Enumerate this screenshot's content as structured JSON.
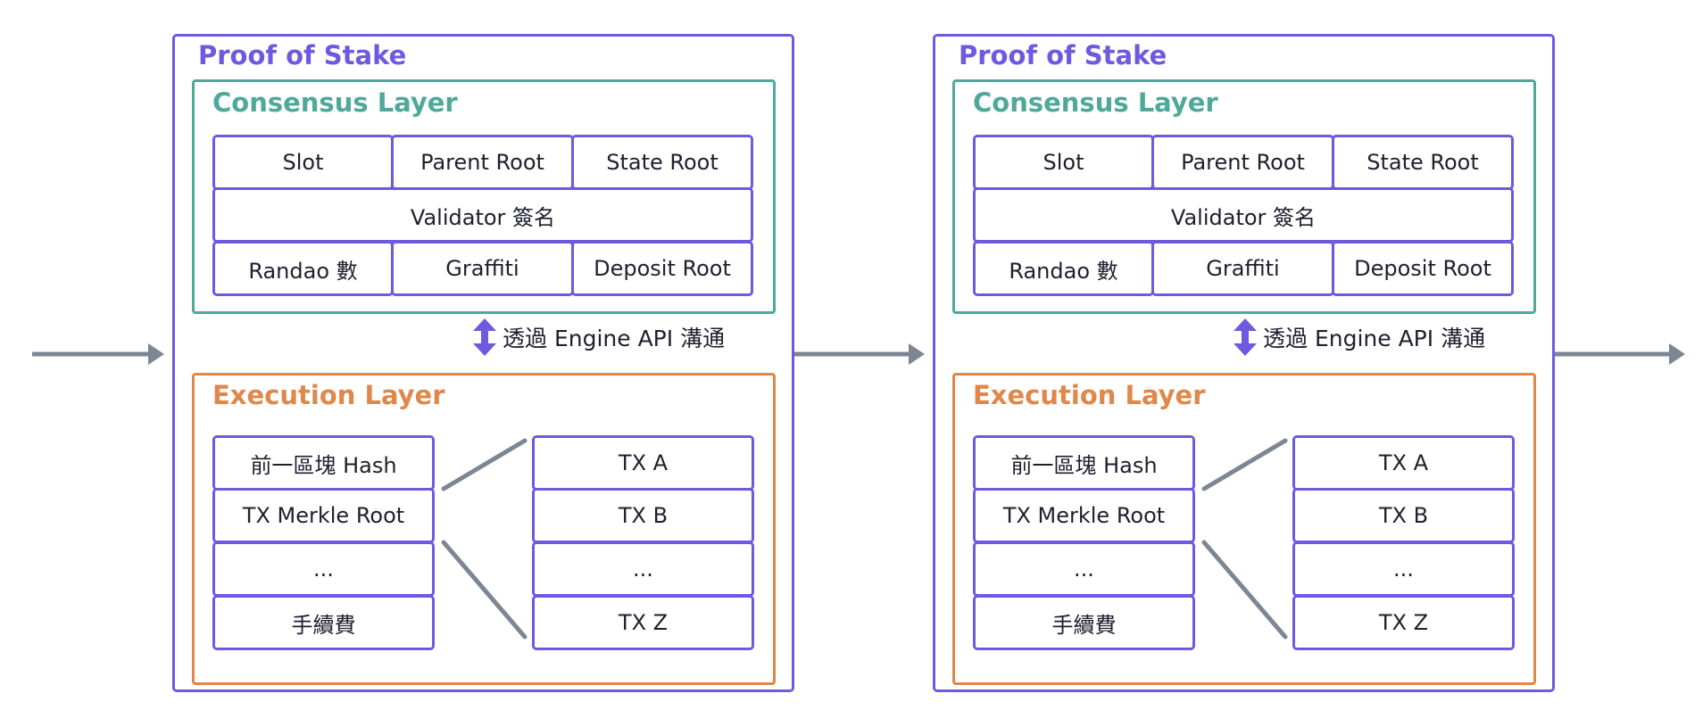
{
  "colors": {
    "proof_of_stake": "#6d5ae0",
    "consensus_layer": "#4fa99a",
    "execution_layer": "#e0874a",
    "arrow": "#7d8794",
    "cell_border": "#6d5ae0"
  },
  "blocks": [
    {
      "title": "Proof of Stake",
      "consensus": {
        "title": "Consensus Layer",
        "slot": "Slot",
        "parent_root": "Parent Root",
        "state_root": "State Root",
        "validator": "Validator 簽名",
        "randao": "Randao 數",
        "graffiti": "Graffiti",
        "deposit_root": "Deposit Root"
      },
      "engine_label": "透過 Engine API 溝通",
      "execution": {
        "title": "Execution Layer",
        "fields": [
          "前一區塊 Hash",
          "TX Merkle Root",
          "...",
          "手續費"
        ],
        "txs": [
          "TX A",
          "TX B",
          "...",
          "TX Z"
        ]
      }
    },
    {
      "title": "Proof of Stake",
      "consensus": {
        "title": "Consensus Layer",
        "slot": "Slot",
        "parent_root": "Parent Root",
        "state_root": "State Root",
        "validator": "Validator 簽名",
        "randao": "Randao 數",
        "graffiti": "Graffiti",
        "deposit_root": "Deposit Root"
      },
      "engine_label": "透過 Engine API 溝通",
      "execution": {
        "title": "Execution Layer",
        "fields": [
          "前一區塊 Hash",
          "TX Merkle Root",
          "...",
          "手續費"
        ],
        "txs": [
          "TX A",
          "TX B",
          "...",
          "TX Z"
        ]
      }
    }
  ]
}
